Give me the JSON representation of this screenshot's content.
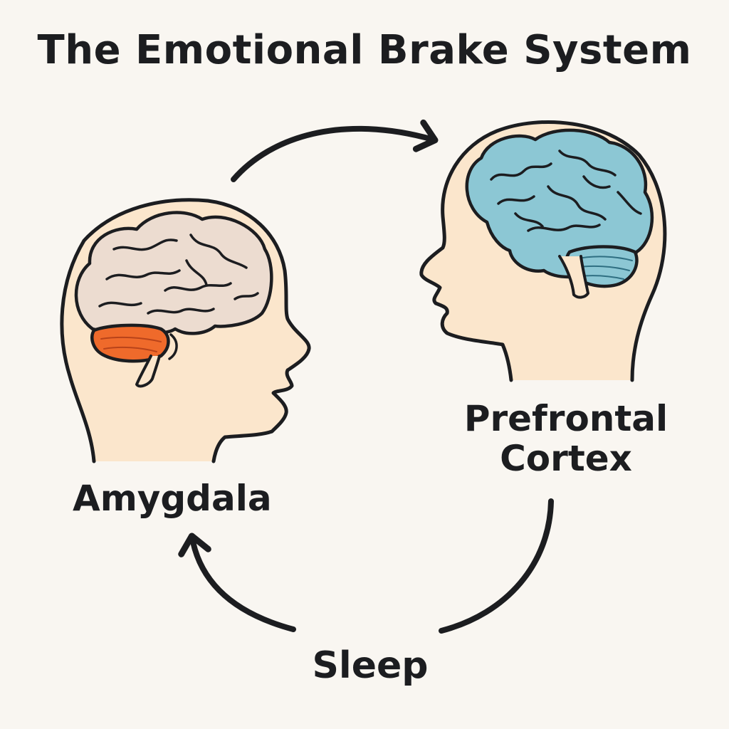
{
  "diagram": {
    "title": "The Emotional Brake System",
    "nodes": {
      "amygdala": {
        "label": "Amygdala",
        "highlight_color": "#ef6a2b"
      },
      "prefrontal": {
        "label_line1": "Prefrontal",
        "label_line2": "Cortex",
        "highlight_color": "#8cc7d4"
      },
      "sleep": {
        "label": "Sleep"
      }
    },
    "colors": {
      "background": "#f9f6f1",
      "skin": "#fbe6cc",
      "outline": "#1c1d20",
      "brain_neutral": "#ecdcd0"
    }
  }
}
